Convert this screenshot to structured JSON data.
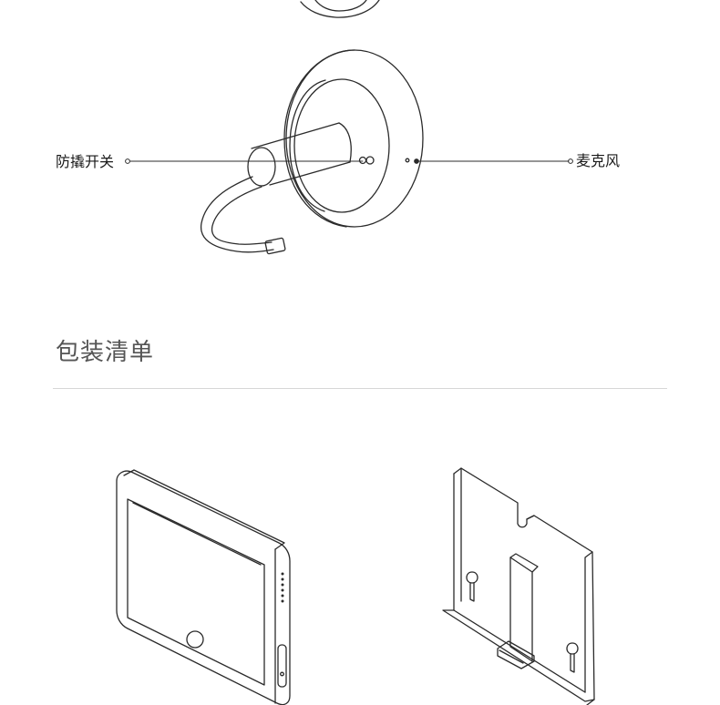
{
  "callouts": {
    "tamper_switch": "防撬开关",
    "microphone": "麦克风"
  },
  "package_section": {
    "title": "包装清单"
  },
  "colors": {
    "line": "#2b2b2b",
    "divider": "#d6d6d6",
    "title": "#555555"
  }
}
